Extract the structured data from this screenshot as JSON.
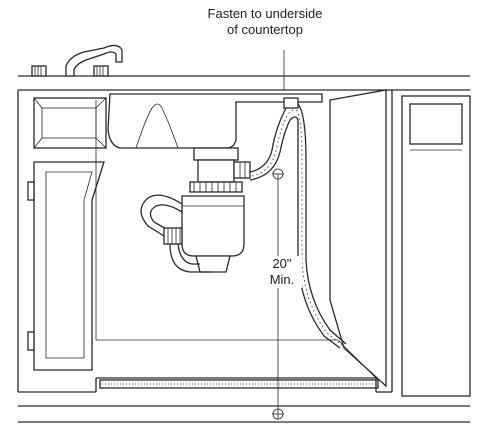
{
  "labels": {
    "fasten_line1": "Fasten to underside",
    "fasten_line2": "of countertop",
    "height_value": "20\"",
    "height_unit": "Min."
  },
  "colors": {
    "line": "#2a2a2a",
    "background": "#ffffff"
  }
}
